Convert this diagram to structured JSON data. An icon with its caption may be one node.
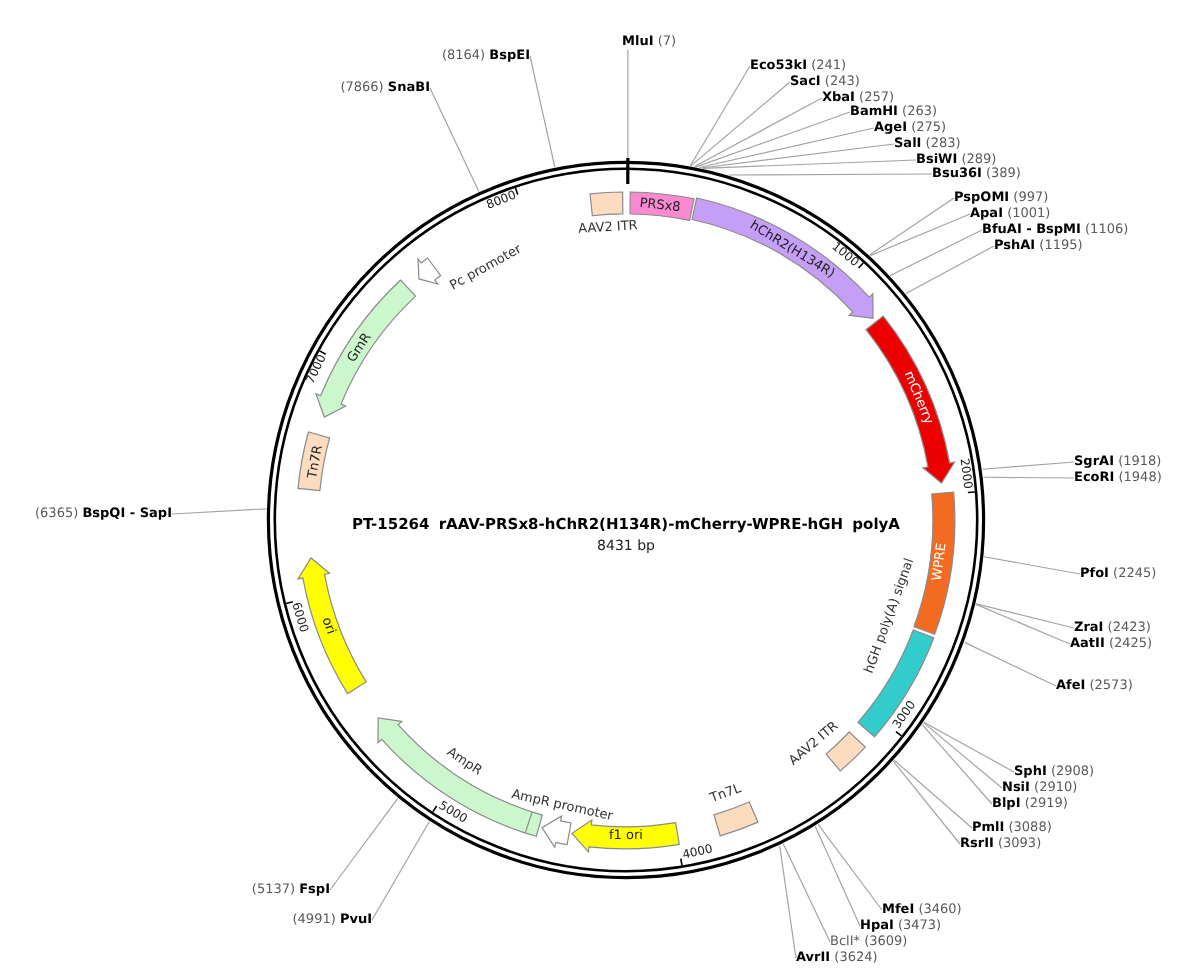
{
  "diagram": {
    "title": "PT-15264 rAAV-PRSx8-hChR2(H134R)-mCherry-WPRE-hGH polyA",
    "nodes": [
      {
        "text": [],
        "shape": "circle"
      },
      {
        "text": [
          "AAV2 ITR"
        ],
        "in": 0
      },
      {
        "text": [
          "PRSx8"
        ],
        "in": 0
      },
      {
        "text": [
          "hChR2(H134R)"
        ],
        "in": 0
      },
      {
        "text": [
          "mCherry"
        ],
        "in": 0
      },
      {
        "text": [
          "WPRE"
        ],
        "in": 0
      },
      {
        "text": [
          "hGH poly(A) signal"
        ],
        "in": 0
      },
      {
        "text": [
          "AAV2 ITR"
        ],
        "in": 0
      },
      {
        "text": [
          "Tn7L"
        ],
        "in": 0
      },
      {
        "text": [
          "f1 ori"
        ],
        "in": 0
      },
      {
        "text": [
          "AmpR promoter"
        ],
        "in": 0
      },
      {
        "text": [
          "AmpR"
        ],
        "in": 0
      },
      {
        "text": [
          "ori"
        ],
        "in": 0
      },
      {
        "text": [
          "Tn7R"
        ],
        "in": 0
      },
      {
        "text": [
          "GmR"
        ],
        "in": 0
      },
      {
        "text": [
          "Pc promoter"
        ],
        "in": 0
      },
      {
        "text": [
          "**MluI** (7)"
        ]
      },
      {
        "text": [
          "**Eco53kI** (241)"
        ]
      },
      {
        "text": [
          "**SacI** (243)"
        ]
      },
      {
        "text": [
          "**XbaI** (257)"
        ]
      },
      {
        "text": [
          "**BamHI** (263)"
        ]
      },
      {
        "text": [
          "**AgeI** (275)"
        ]
      },
      {
        "text": [
          "**SalI** (283)"
        ]
      },
      {
        "text": [
          "**BsiWI** (289)"
        ]
      },
      {
        "text": [
          "**Bsu36I** (389)"
        ]
      },
      {
        "text": [
          "**PspOMI** (997)"
        ]
      },
      {
        "text": [
          "**ApaI** (1001)"
        ]
      },
      {
        "text": [
          "**BfuAI - BspMI** (1106)"
        ]
      },
      {
        "text": [
          "**PshAI** (1195)"
        ]
      },
      {
        "text": [
          "**SgrAI** (1918)"
        ]
      },
      {
        "text": [
          "**EcoRI** (1948)"
        ]
      },
      {
        "text": [
          "**PfoI** (2245)"
        ]
      },
      {
        "text": [
          "**ZraI** (2423)"
        ]
      },
      {
        "text": [
          "**AatII** (2425)"
        ]
      },
      {
        "text": [
          "**AfeI** (2573)"
        ]
      },
      {
        "text": [
          "**SphI** (2908)"
        ]
      },
      {
        "text": [
          "**NsiI** (2910)"
        ]
      },
      {
        "text": [
          "**BlpI** (2919)"
        ]
      },
      {
        "text": [
          "**PmlI** (3088)"
        ]
      },
      {
        "text": [
          "**RsrII** (3093)"
        ]
      },
      {
        "text": [
          "**MfeI** (3460)"
        ]
      },
      {
        "text": [
          "**HpaI** (3473)"
        ]
      },
      {
        "text": [
          "BclI* (3609)"
        ]
      },
      {
        "text": [
          "**AvrII** (3624)"
        ]
      },
      {
        "text": [
          "(4991) **PvuI**"
        ]
      },
      {
        "text": [
          "(5137) **FspI**"
        ]
      },
      {
        "text": [
          "(6365) **BspQI - SapI**"
        ]
      },
      {
        "text": [
          "(7866) **SnaBI**"
        ]
      },
      {
        "text": [
          "(8164) **BspEI**"
        ]
      }
    ],
    "edges": [
      {
        "from": 16,
        "to": 0,
        "arrow": "none"
      },
      {
        "from": 17,
        "to": 0,
        "arrow": "none"
      },
      {
        "from": 18,
        "to": 0,
        "arrow": "none"
      },
      {
        "from": 19,
        "to": 0,
        "arrow": "none"
      },
      {
        "from": 20,
        "to": 0,
        "arrow": "none"
      },
      {
        "from": 21,
        "to": 0,
        "arrow": "none"
      },
      {
        "from": 22,
        "to": 0,
        "arrow": "none"
      },
      {
        "from": 23,
        "to": 0,
        "arrow": "none"
      },
      {
        "from": 24,
        "to": 0,
        "arrow": "none"
      },
      {
        "from": 25,
        "to": 0,
        "arrow": "none"
      },
      {
        "from": 26,
        "to": 0,
        "arrow": "none"
      },
      {
        "from": 27,
        "to": 0,
        "arrow": "none"
      },
      {
        "from": 28,
        "to": 0,
        "arrow": "none"
      },
      {
        "from": 29,
        "to": 0,
        "arrow": "none"
      },
      {
        "from": 30,
        "to": 0,
        "arrow": "none"
      },
      {
        "from": 31,
        "to": 0,
        "arrow": "none"
      },
      {
        "from": 32,
        "to": 0,
        "arrow": "none"
      },
      {
        "from": 33,
        "to": 0,
        "arrow": "none"
      },
      {
        "from": 34,
        "to": 0,
        "arrow": "none"
      },
      {
        "from": 35,
        "to": 0,
        "arrow": "none"
      },
      {
        "from": 36,
        "to": 0,
        "arrow": "none"
      },
      {
        "from": 37,
        "to": 0,
        "arrow": "none"
      },
      {
        "from": 38,
        "to": 0,
        "arrow": "none"
      },
      {
        "from": 39,
        "to": 0,
        "arrow": "none"
      },
      {
        "from": 40,
        "to": 0,
        "arrow": "none"
      },
      {
        "from": 41,
        "to": 0,
        "arrow": "none"
      },
      {
        "from": 42,
        "to": 0,
        "arrow": "none"
      },
      {
        "from": 43,
        "to": 0,
        "arrow": "none"
      },
      {
        "from": 44,
        "to": 0,
        "arrow": "none"
      },
      {
        "from": 45,
        "to": 0,
        "arrow": "none"
      },
      {
        "from": 46,
        "to": 0,
        "arrow": "none"
      },
      {
        "from": 47,
        "to": 0,
        "arrow": "none"
      },
      {
        "from": 48,
        "to": 0,
        "arrow": "none"
      }
    ],
    "labels": [
      "1000",
      "2000",
      "3000",
      "4000",
      "5000",
      "6000",
      "7000",
      "8000",
      "8431 bp"
    ]
  }
}
